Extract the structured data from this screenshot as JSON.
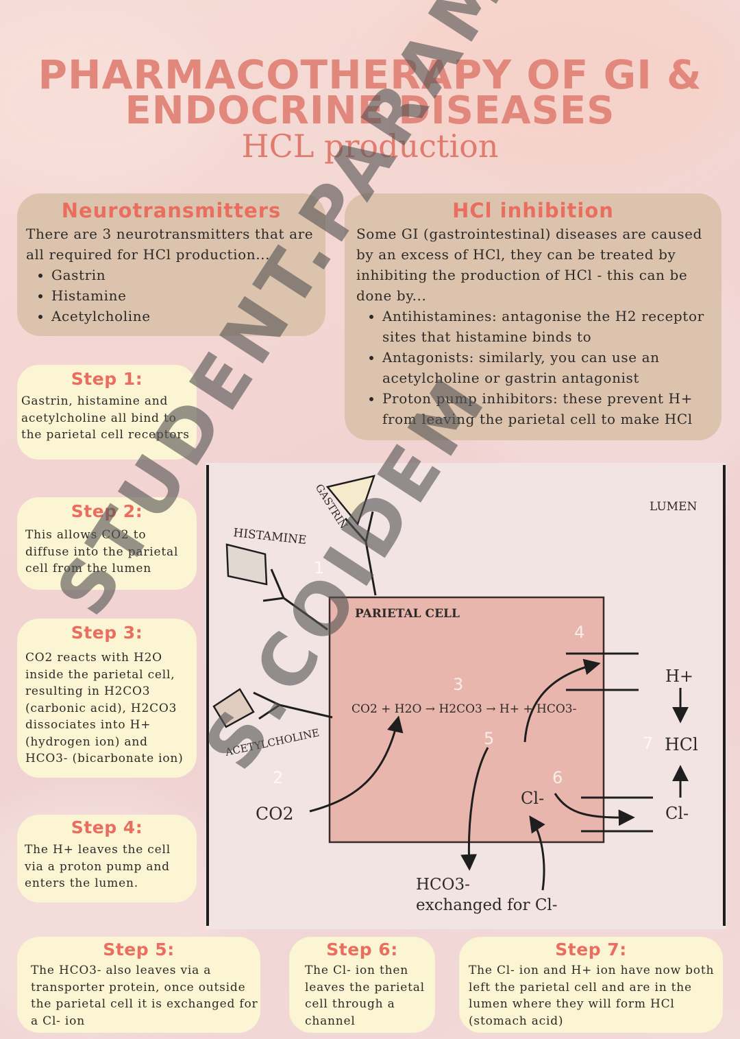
{
  "header": {
    "title_line1": "PHARMACOTHERAPY OF GI &",
    "title_line2": "ENDOCRINE DISEASES",
    "subtitle": "HCL production"
  },
  "neurotransmitters": {
    "heading": "Neurotransmitters",
    "intro": "There are 3 neurotransmitters that are all required for HCl production...",
    "items": [
      "Gastrin",
      "Histamine",
      "Acetylcholine"
    ]
  },
  "hcl_inhibition": {
    "heading": "HCl inhibition",
    "intro": "Some GI (gastrointestinal) diseases are caused by an excess of HCl, they can be treated by inhibiting the production of HCl - this can be done by...",
    "items": [
      "Antihistamines: antagonise the H2 receptor sites that histamine binds to",
      "Antagonists: similarly, you can use an acetylcholine or gastrin antagonist",
      "Proton pump inhibitors: these prevent H+ from leaving the parietal cell to make HCl"
    ]
  },
  "steps": [
    {
      "heading": "Step 1:",
      "text": "Gastrin, histamine and acetylcholine all bind to the parietal cell receptors"
    },
    {
      "heading": "Step 2:",
      "text": "This allows CO2 to diffuse into the parietal cell from the lumen"
    },
    {
      "heading": "Step 3:",
      "text": "CO2 reacts with H2O inside the parietal cell, resulting in H2CO3 (carbonic acid), H2CO3 dissociates into H+ (hydrogen ion) and HCO3- (bicarbonate ion)"
    },
    {
      "heading": "Step 4:",
      "text": "The H+ leaves the cell via a proton pump and enters the lumen."
    },
    {
      "heading": "Step 5:",
      "text": "The HCO3- also leaves via a transporter protein, once outside the parietal cell it is exchanged for a Cl- ion"
    },
    {
      "heading": "Step 6:",
      "text": "The Cl- ion then leaves the parietal cell through a channel"
    },
    {
      "heading": "Step 7:",
      "text": "The Cl- ion and H+ ion have now both left the parietal cell and are in the lumen where they will form HCl (stomach acid)"
    }
  ],
  "diagram": {
    "gastrin": "GASTRIN",
    "histamine": "HISTAMINE",
    "acetylcholine": "ACETYLCHOLINE",
    "lumen": "LUMEN",
    "parietal_cell": "PARIETAL CELL",
    "reaction": "CO2 + H2O → H2CO3 → H+ + HCO3-",
    "co2": "CO2",
    "h_plus": "H+",
    "hcl": "HCl",
    "cl_inside": "Cl-",
    "cl_outside": "Cl-",
    "hco3_line1": "HCO3-",
    "hco3_line2": "exchanged for Cl-",
    "step_numbers": [
      "1",
      "2",
      "3",
      "4",
      "5",
      "6",
      "7"
    ]
  },
  "watermark": {
    "line1": "STUDENT.PARAMEDICS",
    "line2": "S.COIDEM"
  },
  "colors": {
    "accent": "#ea6e5f",
    "title": "#e2877c",
    "panel_tan": "#dcc3ad",
    "step_cream": "#fbf5d3",
    "cell_fill": "#e8b6ad"
  }
}
